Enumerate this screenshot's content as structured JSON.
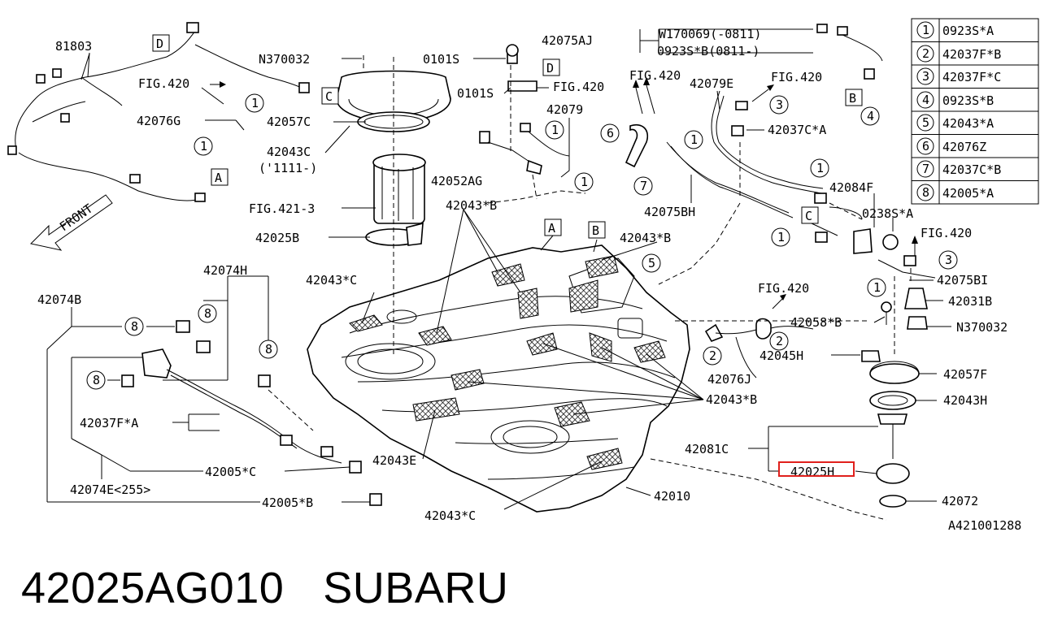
{
  "diagram": {
    "labels": {
      "l81803": "81803",
      "fig420a": "FIG.420",
      "p42076G": "42076G",
      "n370032a": "N370032",
      "p42057C": "42057C",
      "p42043C": "42043C",
      "date1111": "('1111-)",
      "fig4213": "FIG.421-3",
      "p42025B": "42025B",
      "s0101a": "0101S",
      "s0101b": "0101S",
      "fig420b": "FIG.420",
      "p42079": "42079",
      "p42052AG": "42052AG",
      "p42043Bstar1": "42043*B",
      "p42075AJ": "42075AJ",
      "w170069": "W170069(-0811)",
      "s0923B": "0923S*B(0811-)",
      "fig420c": "FIG.420",
      "p42079E": "42079E",
      "fig420d": "FIG.420",
      "p42037Cstar": "42037C*A",
      "p42084F": "42084F",
      "p0238S": "0238S*A",
      "fig420e": "FIG.420",
      "p42075BI": "42075BI",
      "p42075BH": "42075BH",
      "p42043Bstar2": "42043*B",
      "p42043Cstar1": "42043*C",
      "p42074H": "42074H",
      "p42074B": "42074B",
      "p42037FA": "42037F*A",
      "p42005C": "42005*C",
      "p42074E": "42074E<255>",
      "p42005B": "42005*B",
      "p42043E": "42043E",
      "p42043Cstar2": "42043*C",
      "p42010": "42010",
      "p42043Bstar3": "42043*B",
      "fig420f": "FIG.420",
      "p42058B": "42058*B",
      "p42045H": "42045H",
      "p42076J": "42076J",
      "p42031B": "42031B",
      "n370032b": "N370032",
      "p42057F": "42057F",
      "p42043H": "42043H",
      "p42081C": "42081C",
      "p42025H": "42025H",
      "p42072": "42072",
      "front": "FRONT",
      "ref": "A421001288"
    },
    "legend": [
      {
        "num": "1",
        "part": "0923S*A"
      },
      {
        "num": "2",
        "part": "42037F*B"
      },
      {
        "num": "3",
        "part": "42037F*C"
      },
      {
        "num": "4",
        "part": "0923S*B"
      },
      {
        "num": "5",
        "part": "42043*A"
      },
      {
        "num": "6",
        "part": "42076Z"
      },
      {
        "num": "7",
        "part": "42037C*B"
      },
      {
        "num": "8",
        "part": "42005*A"
      }
    ],
    "box_letters": {
      "a": "A",
      "b": "B",
      "c": "C",
      "d": "D"
    },
    "bubble_numbers": {
      "n1": "1",
      "n2": "2",
      "n3": "3",
      "n4": "4",
      "n5": "5",
      "n6": "6",
      "n7": "7",
      "n8": "8"
    },
    "highlight_color": "#e0201c"
  },
  "footer": {
    "part_number": "42025AG010",
    "brand": "SUBARU"
  }
}
